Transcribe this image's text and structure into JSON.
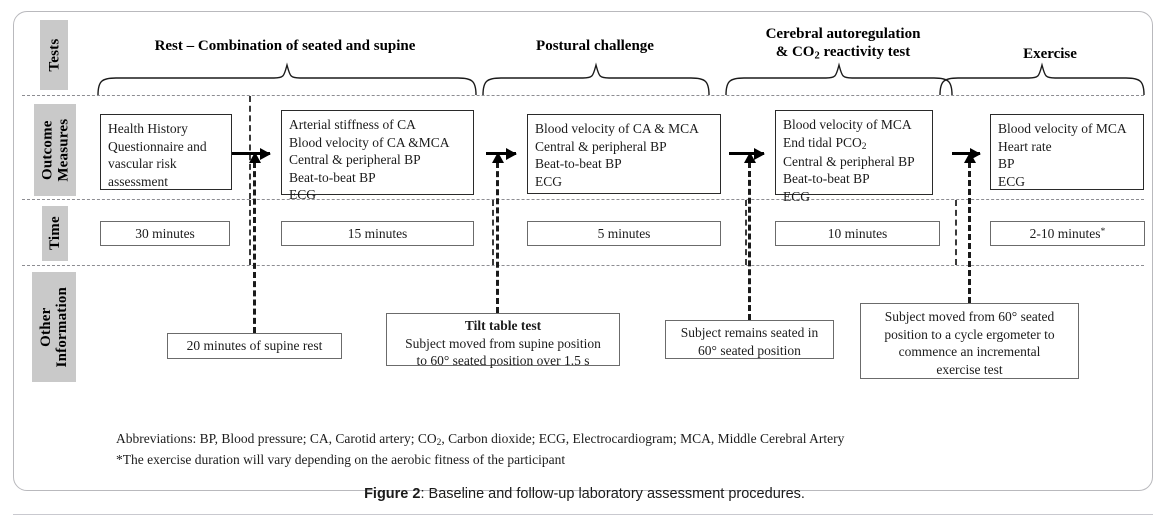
{
  "figure": {
    "caption_label": "Figure 2",
    "caption_text": ": Baseline and follow-up laboratory assessment procedures."
  },
  "row_labels": {
    "tests": "Tests",
    "outcome_measures": "Outcome Measures",
    "time": "Time",
    "other_information": "Other Information"
  },
  "tests": [
    {
      "title": "Rest – Combination of seated and supine"
    },
    {
      "title": "Postural challenge"
    },
    {
      "title_line1": "Cerebral autoregulation",
      "title_line2_pre": "& CO",
      "title_line2_sub": "2",
      "title_line2_post": " reactivity test"
    },
    {
      "title": "Exercise"
    }
  ],
  "outcome_measures": {
    "box1": {
      "lines": [
        "Health History",
        "Questionnaire and",
        "vascular risk",
        "assessment"
      ]
    },
    "box2": {
      "lines": [
        "Arterial stiffness of CA",
        "Blood velocity of CA &MCA",
        "Central & peripheral BP",
        "Beat-to-beat BP",
        "ECG"
      ]
    },
    "box3": {
      "lines": [
        "Blood velocity of CA & MCA",
        "Central & peripheral BP",
        "Beat-to-beat BP",
        "ECG"
      ]
    },
    "box4": {
      "line1": "Blood velocity of MCA",
      "line2_pre": "End tidal PCO",
      "line2_sub": "2",
      "lines_rest": [
        "Central & peripheral BP",
        "Beat-to-beat BP",
        "ECG"
      ]
    },
    "box5": {
      "lines": [
        "Blood velocity of MCA",
        "Heart rate",
        "BP",
        "ECG"
      ]
    }
  },
  "time": {
    "t1": "30 minutes",
    "t2": "15 minutes",
    "t3": "5 minutes",
    "t4": "10 minutes",
    "t5_text": "2-10 minutes",
    "t5_sup": "*"
  },
  "other_information": {
    "info1": {
      "line1": "20 minutes of supine rest"
    },
    "info2": {
      "title": "Tilt table test",
      "line1": "Subject moved from supine position",
      "line2": "to 60° seated position over 1.5 s"
    },
    "info3": {
      "line1": "Subject remains seated in",
      "line2": "60° seated position"
    },
    "info4": {
      "line1": "Subject moved from 60° seated",
      "line2": "position to a cycle ergometer to",
      "line3": "commence an incremental",
      "line4": "exercise test"
    }
  },
  "footnotes": {
    "abbrev_pre": "Abbreviations: BP, Blood pressure; CA, Carotid artery; CO",
    "abbrev_sub": "2",
    "abbrev_post": ", Carbon dioxide; ECG, Electrocardiogram; MCA, Middle Cerebral Artery",
    "asterisk": "*The exercise duration will vary depending on the aerobic fitness of the participant"
  },
  "colors": {
    "label_chip": "#c9c9c9",
    "frame": "#b9b9bd",
    "separator": "#8d8d92",
    "ink": "#1b1b1b"
  }
}
